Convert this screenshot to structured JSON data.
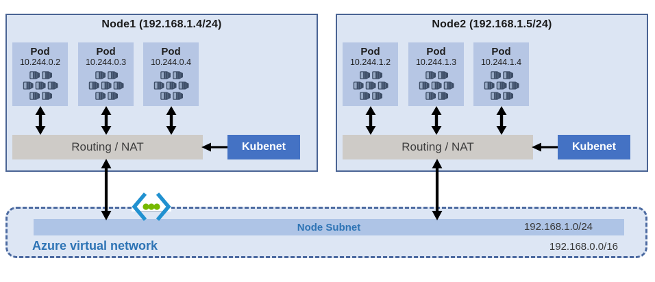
{
  "nodes": [
    {
      "title": "Node1 (192.168.1.4/24)",
      "pods": [
        {
          "label": "Pod",
          "ip": "10.244.0.2"
        },
        {
          "label": "Pod",
          "ip": "10.244.0.3"
        },
        {
          "label": "Pod",
          "ip": "10.244.0.4"
        }
      ],
      "routing_label": "Routing / NAT",
      "kubenet_label": "Kubenet"
    },
    {
      "title": "Node2 (192.168.1.5/24)",
      "pods": [
        {
          "label": "Pod",
          "ip": "10.244.1.2"
        },
        {
          "label": "Pod",
          "ip": "10.244.1.3"
        },
        {
          "label": "Pod",
          "ip": "10.244.1.4"
        }
      ],
      "routing_label": "Routing / NAT",
      "kubenet_label": "Kubenet"
    }
  ],
  "vnet": {
    "label": "Azure virtual network",
    "subnet_label": "Node Subnet",
    "subnet_cidr": "192.168.1.0/24",
    "vnet_cidr": "192.168.0.0/16"
  },
  "icons": {
    "pod_icon": "kubernetes-pod-icon",
    "vnet_icon": "azure-virtual-network-icon"
  },
  "colors": {
    "node_fill": "#dce5f3",
    "node_border": "#4a6494",
    "pod_fill": "#b6c6e4",
    "pod_icon_dark": "#3d4d66",
    "pod_icon_light": "#97a9c4",
    "routing_fill": "#cecbc7",
    "kubenet_fill": "#4472c4",
    "subnet_bar_fill": "#aec4e6",
    "vnet_fill": "#dde6f4",
    "vnet_border": "#4d6ba1",
    "blue_text": "#2e74b5",
    "arrow": "#000000",
    "vnet_icon_bracket": "#2191d0",
    "vnet_icon_dot": "#76b900"
  }
}
